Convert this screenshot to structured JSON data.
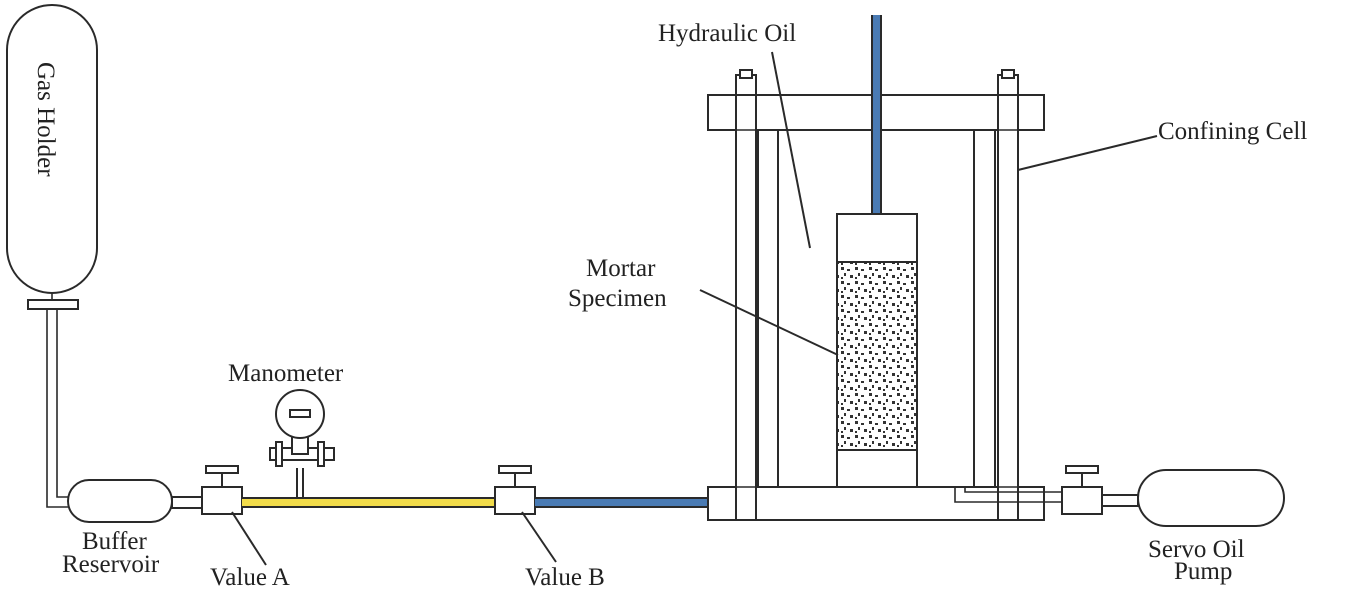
{
  "labels": {
    "gas_holder": "Gas Holder",
    "hydraulic_oil": "Hydraulic Oil",
    "confining_cell": "Confining Cell",
    "mortar": "Mortar",
    "specimen": "Specimen",
    "manometer": "Manometer",
    "buffer": "Buffer",
    "reservoir": "Reservoir",
    "value_a": "Value A",
    "value_b": "Value B",
    "servo_oil": "Servo Oil",
    "pump": "Pump"
  },
  "colors": {
    "gas_line": "#f2dc4a",
    "oil_line": "#4a7bb4",
    "outline": "#2a2a2a",
    "background": "#ffffff"
  }
}
